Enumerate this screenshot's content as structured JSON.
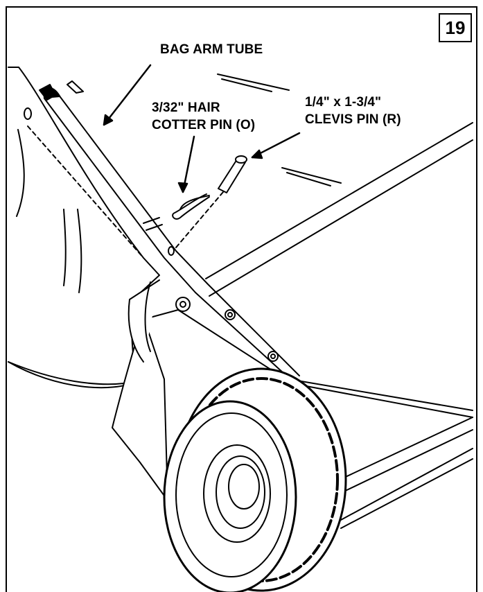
{
  "figure": {
    "step_number": "19",
    "labels": {
      "bag_arm_tube": "BAG ARM TUBE",
      "hair_cotter_line1": "3/32\" HAIR",
      "hair_cotter_line2": "COTTER PIN (O)",
      "clevis_line1": "1/4\" x 1-3/4\"",
      "clevis_line2": "CLEVIS PIN (R)"
    }
  }
}
